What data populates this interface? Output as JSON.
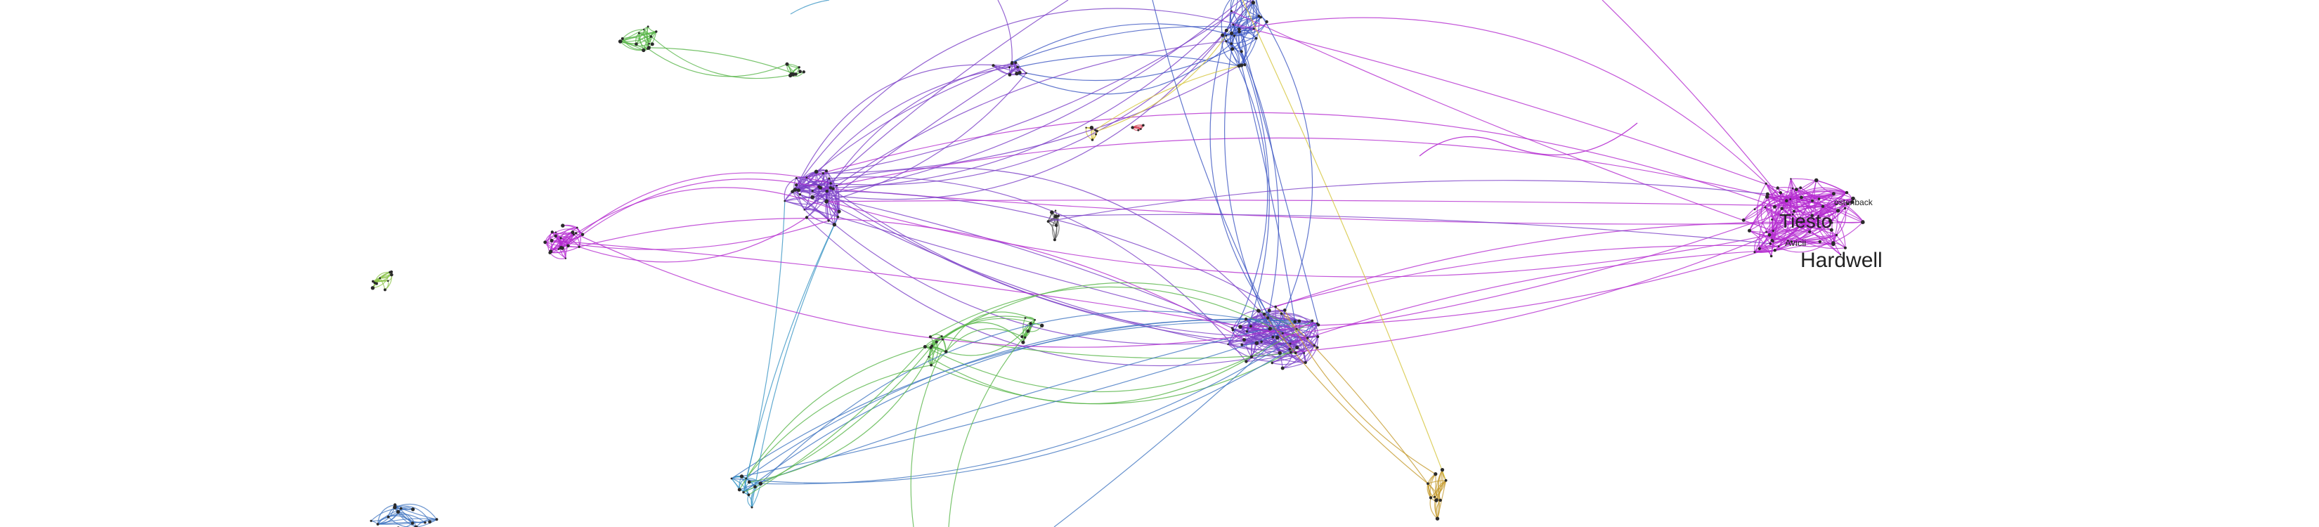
{
  "graph": {
    "labels": [
      {
        "key": "hardwell",
        "text": "Hardwell"
      },
      {
        "key": "tiesto",
        "text": "Tiesto"
      },
      {
        "key": "avicii",
        "text": "Avicii"
      },
      {
        "key": "ostenback",
        "text": "ostenback"
      }
    ],
    "palette": {
      "purple": "#7a3fc7",
      "magenta": "#b42ad0",
      "blue": "#3b55c2",
      "green": "#58b548",
      "lime": "#8bc34a",
      "teal": "#3a95c4",
      "steel": "#3f74c0",
      "gold": "#c49a2c",
      "yellow": "#d4c43a",
      "red": "#d0304a",
      "gray": "#555555"
    }
  }
}
